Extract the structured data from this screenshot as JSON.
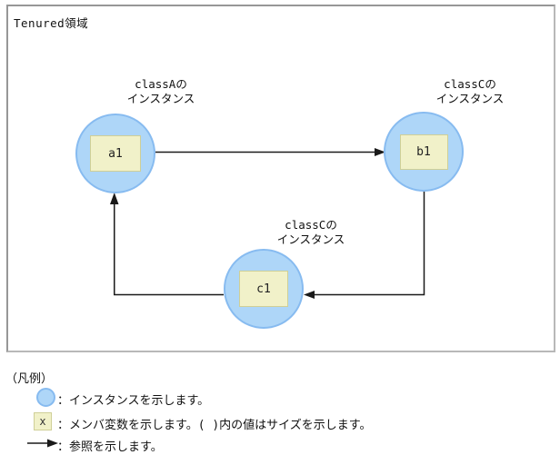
{
  "diagram": {
    "container_label": "Tenured領域",
    "nodes": [
      {
        "id": "a1",
        "member_label": "a1",
        "class_label_line1": "classAの",
        "class_label_line2": "インスタンス"
      },
      {
        "id": "b1",
        "member_label": "b1",
        "class_label_line1": "classCの",
        "class_label_line2": "インスタンス"
      },
      {
        "id": "c1",
        "member_label": "c1",
        "class_label_line1": "classCの",
        "class_label_line2": "インスタンス"
      }
    ],
    "edges": [
      {
        "from": "a1",
        "to": "b1",
        "type": "reference"
      },
      {
        "from": "b1",
        "to": "c1",
        "type": "reference"
      },
      {
        "from": "c1",
        "to": "a1",
        "type": "reference"
      }
    ]
  },
  "legend": {
    "title": "（凡例）",
    "items": [
      {
        "icon": "instance-circle-icon",
        "text": "：インスタンスを示します。"
      },
      {
        "icon": "member-variable-box-icon",
        "icon_label": "x",
        "text": "：メンバ変数を示します。( )内の値はサイズを示します。"
      },
      {
        "icon": "reference-arrow-icon",
        "text": "：参照を示します。"
      }
    ]
  },
  "colors": {
    "instance_fill": "#AED6F8",
    "instance_border": "#87BBF0",
    "member_fill": "#F1F1C9",
    "member_border": "#CFCF97",
    "edge_line": "#1A1A1A",
    "container_border": "#A0A0A0"
  }
}
